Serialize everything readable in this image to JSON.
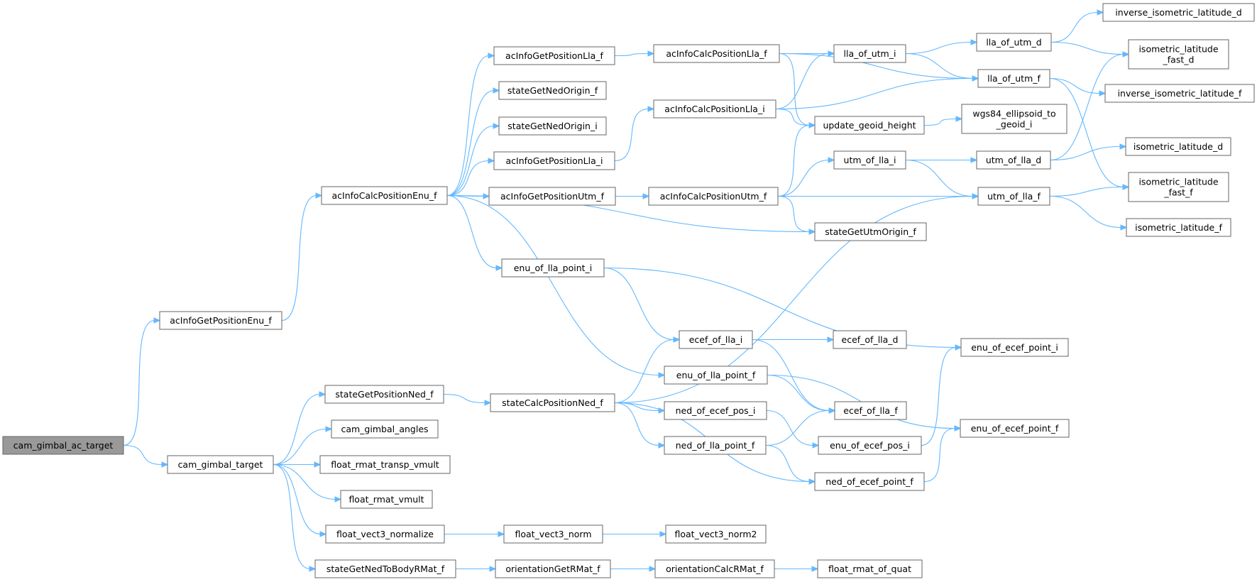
{
  "graph": {
    "title": "",
    "nodes": [
      {
        "id": "cam_gimbal_ac_target",
        "label": [
          "cam_gimbal_ac_target"
        ],
        "root": true
      },
      {
        "id": "acInfoGetPositionEnu_f",
        "label": [
          "acInfoGetPositionEnu_f"
        ]
      },
      {
        "id": "cam_gimbal_target",
        "label": [
          "cam_gimbal_target"
        ]
      },
      {
        "id": "acInfoCalcPositionEnu_f",
        "label": [
          "acInfoCalcPositionEnu_f"
        ]
      },
      {
        "id": "stateGetPositionNed_f",
        "label": [
          "stateGetPositionNed_f"
        ]
      },
      {
        "id": "cam_gimbal_angles",
        "label": [
          "cam_gimbal_angles"
        ]
      },
      {
        "id": "float_rmat_transp_vmult",
        "label": [
          "float_rmat_transp_vmult"
        ]
      },
      {
        "id": "float_rmat_vmult",
        "label": [
          "float_rmat_vmult"
        ]
      },
      {
        "id": "float_vect3_normalize",
        "label": [
          "float_vect3_normalize"
        ]
      },
      {
        "id": "stateGetNedToBodyRMat_f",
        "label": [
          "stateGetNedToBodyRMat_f"
        ]
      },
      {
        "id": "acInfoGetPositionLla_f",
        "label": [
          "acInfoGetPositionLla_f"
        ]
      },
      {
        "id": "stateGetNedOrigin_f",
        "label": [
          "stateGetNedOrigin_f"
        ]
      },
      {
        "id": "stateGetNedOrigin_i",
        "label": [
          "stateGetNedOrigin_i"
        ]
      },
      {
        "id": "acInfoGetPositionLla_i",
        "label": [
          "acInfoGetPositionLla_i"
        ]
      },
      {
        "id": "acInfoGetPositionUtm_f",
        "label": [
          "acInfoGetPositionUtm_f"
        ]
      },
      {
        "id": "enu_of_lla_point_i",
        "label": [
          "enu_of_lla_point_i"
        ]
      },
      {
        "id": "stateCalcPositionNed_f",
        "label": [
          "stateCalcPositionNed_f"
        ]
      },
      {
        "id": "float_vect3_norm",
        "label": [
          "float_vect3_norm"
        ]
      },
      {
        "id": "orientationGetRMat_f",
        "label": [
          "orientationGetRMat_f"
        ]
      },
      {
        "id": "acInfoCalcPositionLla_f",
        "label": [
          "acInfoCalcPositionLla_f"
        ]
      },
      {
        "id": "acInfoCalcPositionLla_i",
        "label": [
          "acInfoCalcPositionLla_i"
        ]
      },
      {
        "id": "acInfoCalcPositionUtm_f",
        "label": [
          "acInfoCalcPositionUtm_f"
        ]
      },
      {
        "id": "ecef_of_lla_i",
        "label": [
          "ecef_of_lla_i"
        ]
      },
      {
        "id": "enu_of_lla_point_f",
        "label": [
          "enu_of_lla_point_f"
        ]
      },
      {
        "id": "ned_of_ecef_pos_i",
        "label": [
          "ned_of_ecef_pos_i"
        ]
      },
      {
        "id": "ned_of_lla_point_f",
        "label": [
          "ned_of_lla_point_f"
        ]
      },
      {
        "id": "float_vect3_norm2",
        "label": [
          "float_vect3_norm2"
        ]
      },
      {
        "id": "orientationCalcRMat_f",
        "label": [
          "orientationCalcRMat_f"
        ]
      },
      {
        "id": "lla_of_utm_i",
        "label": [
          "lla_of_utm_i"
        ]
      },
      {
        "id": "update_geoid_height",
        "label": [
          "update_geoid_height"
        ]
      },
      {
        "id": "utm_of_lla_i",
        "label": [
          "utm_of_lla_i"
        ]
      },
      {
        "id": "stateGetUtmOrigin_f",
        "label": [
          "stateGetUtmOrigin_f"
        ]
      },
      {
        "id": "ecef_of_lla_d",
        "label": [
          "ecef_of_lla_d"
        ]
      },
      {
        "id": "ecef_of_lla_f",
        "label": [
          "ecef_of_lla_f"
        ]
      },
      {
        "id": "enu_of_ecef_pos_i",
        "label": [
          "enu_of_ecef_pos_i"
        ]
      },
      {
        "id": "ned_of_ecef_point_f",
        "label": [
          "ned_of_ecef_point_f"
        ]
      },
      {
        "id": "float_rmat_of_quat",
        "label": [
          "float_rmat_of_quat"
        ]
      },
      {
        "id": "lla_of_utm_d",
        "label": [
          "lla_of_utm_d"
        ]
      },
      {
        "id": "lla_of_utm_f",
        "label": [
          "lla_of_utm_f"
        ]
      },
      {
        "id": "wgs84_ellipsoid_to_geoid_i",
        "label": [
          "wgs84_ellipsoid_to",
          "_geoid_i"
        ]
      },
      {
        "id": "utm_of_lla_d",
        "label": [
          "utm_of_lla_d"
        ]
      },
      {
        "id": "utm_of_lla_f",
        "label": [
          "utm_of_lla_f"
        ]
      },
      {
        "id": "enu_of_ecef_point_i",
        "label": [
          "enu_of_ecef_point_i"
        ]
      },
      {
        "id": "enu_of_ecef_point_f",
        "label": [
          "enu_of_ecef_point_f"
        ]
      },
      {
        "id": "inverse_isometric_latitude_d",
        "label": [
          "inverse_isometric_latitude_d"
        ]
      },
      {
        "id": "isometric_latitude_fast_d",
        "label": [
          "isometric_latitude",
          "_fast_d"
        ]
      },
      {
        "id": "inverse_isometric_latitude_f",
        "label": [
          "inverse_isometric_latitude_f"
        ]
      },
      {
        "id": "isometric_latitude_d",
        "label": [
          "isometric_latitude_d"
        ]
      },
      {
        "id": "isometric_latitude_fast_f",
        "label": [
          "isometric_latitude",
          "_fast_f"
        ]
      },
      {
        "id": "isometric_latitude_f",
        "label": [
          "isometric_latitude_f"
        ]
      }
    ],
    "edges": [
      [
        "cam_gimbal_ac_target",
        "acInfoGetPositionEnu_f"
      ],
      [
        "cam_gimbal_ac_target",
        "cam_gimbal_target"
      ],
      [
        "acInfoGetPositionEnu_f",
        "acInfoCalcPositionEnu_f"
      ],
      [
        "acInfoCalcPositionEnu_f",
        "acInfoGetPositionLla_f"
      ],
      [
        "acInfoCalcPositionEnu_f",
        "stateGetNedOrigin_f"
      ],
      [
        "acInfoCalcPositionEnu_f",
        "stateGetNedOrigin_i"
      ],
      [
        "acInfoCalcPositionEnu_f",
        "acInfoGetPositionLla_i"
      ],
      [
        "acInfoCalcPositionEnu_f",
        "acInfoGetPositionUtm_f"
      ],
      [
        "acInfoCalcPositionEnu_f",
        "stateGetUtmOrigin_f"
      ],
      [
        "acInfoCalcPositionEnu_f",
        "enu_of_lla_point_i"
      ],
      [
        "acInfoCalcPositionEnu_f",
        "enu_of_lla_point_f"
      ],
      [
        "acInfoGetPositionLla_f",
        "acInfoCalcPositionLla_f"
      ],
      [
        "acInfoGetPositionLla_i",
        "acInfoCalcPositionLla_i"
      ],
      [
        "acInfoGetPositionUtm_f",
        "acInfoCalcPositionUtm_f"
      ],
      [
        "acInfoCalcPositionLla_f",
        "lla_of_utm_i"
      ],
      [
        "acInfoCalcPositionLla_f",
        "lla_of_utm_f"
      ],
      [
        "acInfoCalcPositionLla_f",
        "update_geoid_height"
      ],
      [
        "acInfoCalcPositionLla_i",
        "lla_of_utm_i"
      ],
      [
        "acInfoCalcPositionLla_i",
        "lla_of_utm_f"
      ],
      [
        "acInfoCalcPositionLla_i",
        "update_geoid_height"
      ],
      [
        "acInfoCalcPositionUtm_f",
        "update_geoid_height"
      ],
      [
        "acInfoCalcPositionUtm_f",
        "utm_of_lla_i"
      ],
      [
        "acInfoCalcPositionUtm_f",
        "utm_of_lla_f"
      ],
      [
        "acInfoCalcPositionUtm_f",
        "stateGetUtmOrigin_f"
      ],
      [
        "lla_of_utm_i",
        "lla_of_utm_d"
      ],
      [
        "lla_of_utm_i",
        "lla_of_utm_f"
      ],
      [
        "update_geoid_height",
        "wgs84_ellipsoid_to_geoid_i"
      ],
      [
        "utm_of_lla_i",
        "utm_of_lla_d"
      ],
      [
        "utm_of_lla_i",
        "utm_of_lla_f"
      ],
      [
        "lla_of_utm_d",
        "inverse_isometric_latitude_d"
      ],
      [
        "lla_of_utm_d",
        "isometric_latitude_fast_d"
      ],
      [
        "lla_of_utm_f",
        "inverse_isometric_latitude_f"
      ],
      [
        "lla_of_utm_f",
        "isometric_latitude_fast_f"
      ],
      [
        "utm_of_lla_d",
        "isometric_latitude_fast_d"
      ],
      [
        "utm_of_lla_d",
        "isometric_latitude_d"
      ],
      [
        "utm_of_lla_f",
        "isometric_latitude_fast_f"
      ],
      [
        "utm_of_lla_f",
        "isometric_latitude_f"
      ],
      [
        "enu_of_lla_point_i",
        "ecef_of_lla_i"
      ],
      [
        "enu_of_lla_point_i",
        "enu_of_ecef_point_i"
      ],
      [
        "ecef_of_lla_i",
        "ecef_of_lla_d"
      ],
      [
        "ecef_of_lla_i",
        "ecef_of_lla_f"
      ],
      [
        "enu_of_lla_point_f",
        "ecef_of_lla_f"
      ],
      [
        "enu_of_lla_point_f",
        "enu_of_ecef_point_f"
      ],
      [
        "cam_gimbal_target",
        "stateGetPositionNed_f"
      ],
      [
        "cam_gimbal_target",
        "cam_gimbal_angles"
      ],
      [
        "cam_gimbal_target",
        "float_rmat_transp_vmult"
      ],
      [
        "cam_gimbal_target",
        "float_rmat_vmult"
      ],
      [
        "cam_gimbal_target",
        "float_vect3_normalize"
      ],
      [
        "cam_gimbal_target",
        "stateGetNedToBodyRMat_f"
      ],
      [
        "stateGetPositionNed_f",
        "stateCalcPositionNed_f"
      ],
      [
        "stateCalcPositionNed_f",
        "utm_of_lla_f"
      ],
      [
        "stateCalcPositionNed_f",
        "ecef_of_lla_i"
      ],
      [
        "stateCalcPositionNed_f",
        "ned_of_ecef_pos_i"
      ],
      [
        "stateCalcPositionNed_f",
        "ned_of_lla_point_f"
      ],
      [
        "stateCalcPositionNed_f",
        "ned_of_ecef_point_f"
      ],
      [
        "ned_of_ecef_pos_i",
        "enu_of_ecef_pos_i"
      ],
      [
        "ned_of_lla_point_f",
        "ecef_of_lla_f"
      ],
      [
        "ned_of_lla_point_f",
        "ned_of_ecef_point_f"
      ],
      [
        "enu_of_ecef_pos_i",
        "enu_of_ecef_point_i"
      ],
      [
        "ned_of_ecef_point_f",
        "enu_of_ecef_point_f"
      ],
      [
        "float_vect3_normalize",
        "float_vect3_norm"
      ],
      [
        "float_vect3_norm",
        "float_vect3_norm2"
      ],
      [
        "stateGetNedToBodyRMat_f",
        "orientationGetRMat_f"
      ],
      [
        "orientationGetRMat_f",
        "orientationCalcRMat_f"
      ],
      [
        "orientationCalcRMat_f",
        "float_rmat_of_quat"
      ]
    ]
  }
}
